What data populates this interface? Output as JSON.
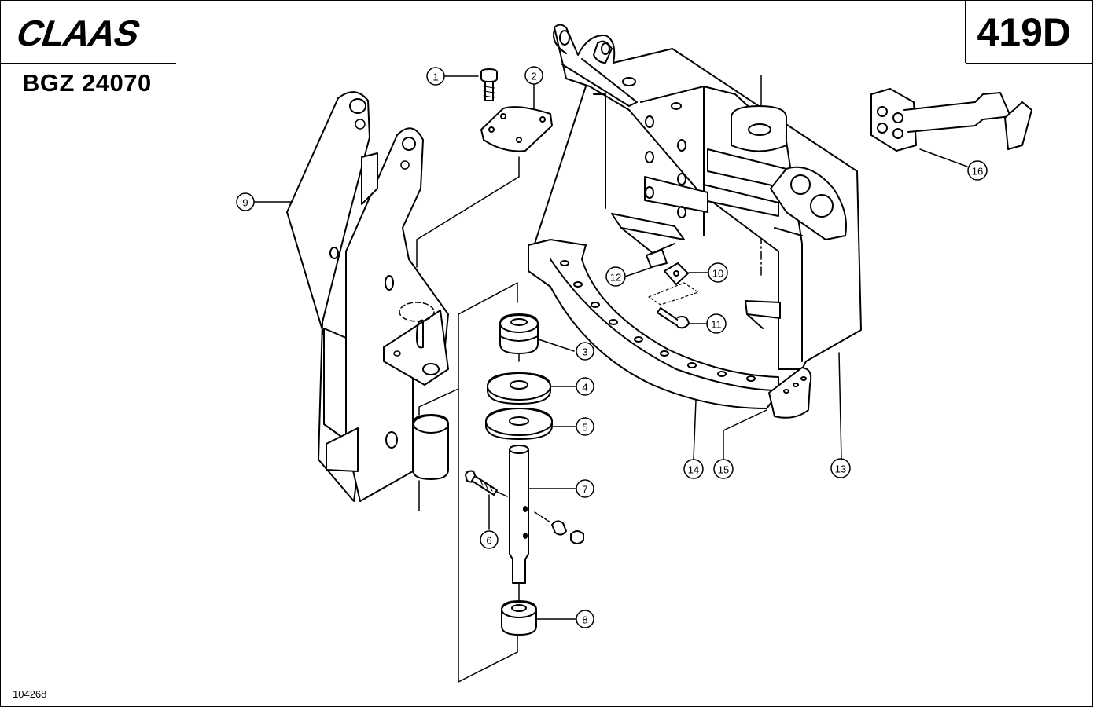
{
  "header": {
    "brand": "CLAAS",
    "model_code": "BGZ 24070",
    "page_number": "419D"
  },
  "footer": {
    "drawing_number": "104268"
  },
  "callouts": [
    {
      "label": "1"
    },
    {
      "label": "2"
    },
    {
      "label": "3"
    },
    {
      "label": "4"
    },
    {
      "label": "5"
    },
    {
      "label": "6"
    },
    {
      "label": "7"
    },
    {
      "label": "8"
    },
    {
      "label": "9"
    },
    {
      "label": "10"
    },
    {
      "label": "11"
    },
    {
      "label": "12"
    },
    {
      "label": "13"
    },
    {
      "label": "14"
    },
    {
      "label": "15"
    },
    {
      "label": "16"
    }
  ]
}
